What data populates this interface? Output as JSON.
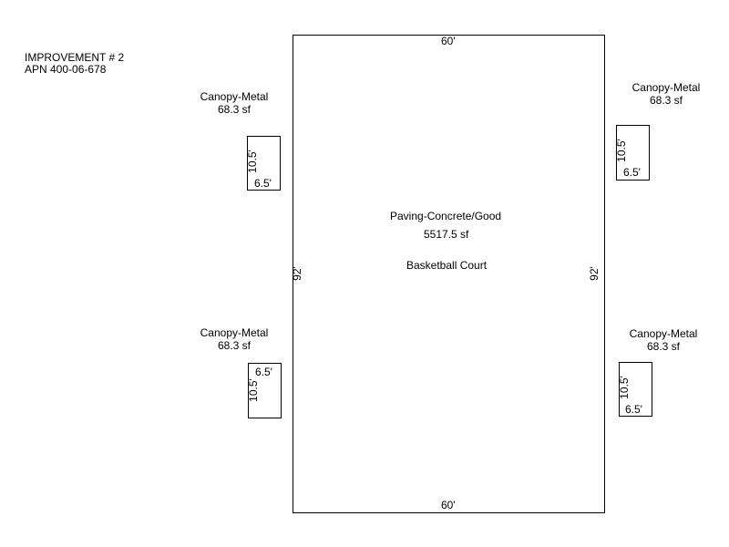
{
  "header": {
    "improvement": "IMPROVEMENT # 2",
    "apn": "APN 400-06-678"
  },
  "court": {
    "top_dim": "60'",
    "bottom_dim": "60'",
    "left_dim": "92'",
    "right_dim": "92'",
    "material": "Paving-Concrete/Good",
    "area": "5517.5 sf",
    "name": "Basketball Court"
  },
  "canopies": [
    {
      "name": "Canopy-Metal",
      "area": "68.3 sf",
      "len": "10.5'",
      "wid": "6.5'"
    },
    {
      "name": "Canopy-Metal",
      "area": "68.3 sf",
      "len": "10.5'",
      "wid": "6.5'"
    },
    {
      "name": "Canopy-Metal",
      "area": "68.3 sf",
      "len": "10.5'",
      "wid": "6.5'"
    },
    {
      "name": "Canopy-Metal",
      "area": "68.3 sf",
      "len": "10.5'",
      "wid": "6.5'"
    }
  ]
}
